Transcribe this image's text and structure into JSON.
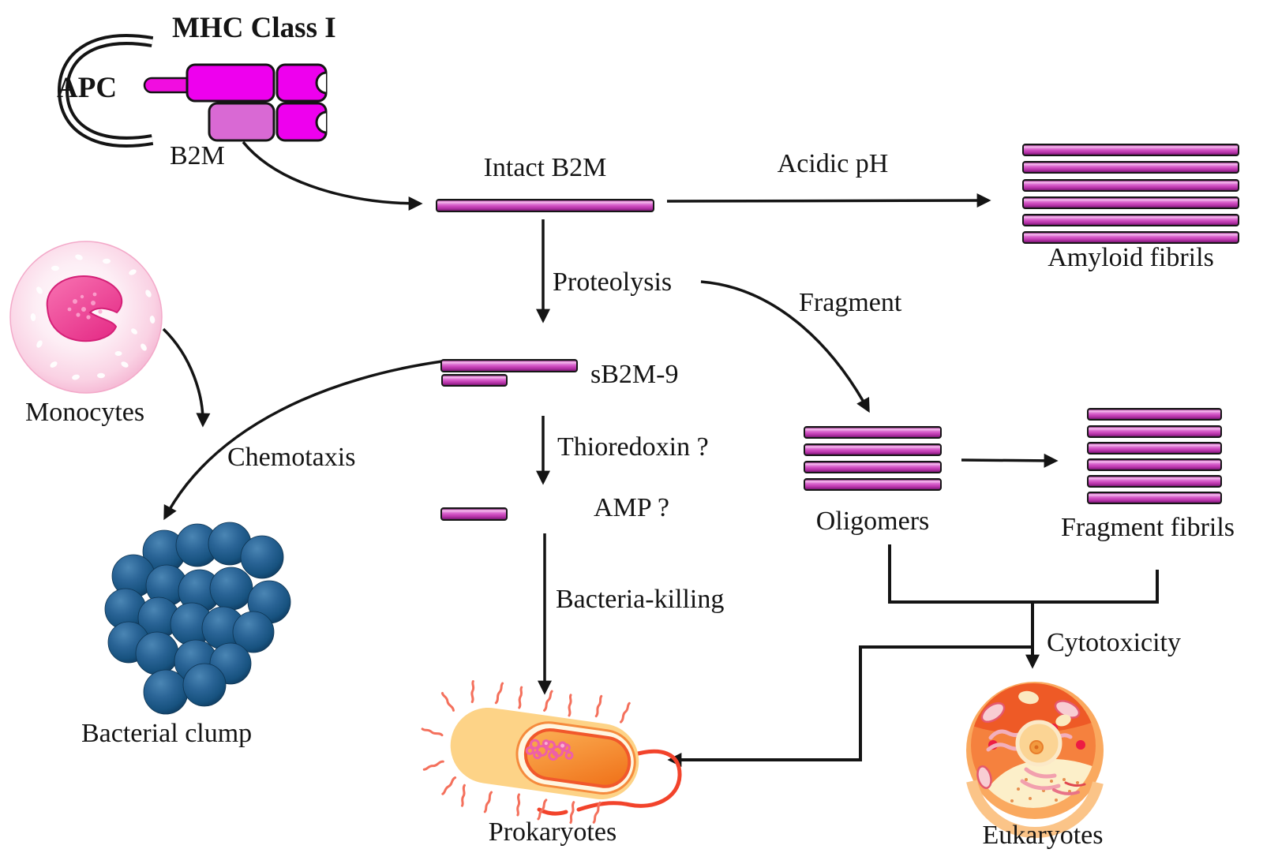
{
  "title": "B2M processing pathway diagram",
  "labels": {
    "mhc_class_i": "MHC Class I",
    "apc": "APC",
    "b2m": "B2M",
    "intact_b2m": "Intact B2M",
    "acidic_ph": "Acidic pH",
    "amyloid_fibrils": "Amyloid fibrils",
    "proteolysis": "Proteolysis",
    "fragment": "Fragment",
    "sb2m9": "sB2M-9",
    "thioredoxin": "Thioredoxin ?",
    "amp": "AMP ?",
    "bacteria_killing": "Bacteria-killing",
    "oligomers": "Oligomers",
    "fragment_fibrils": "Fragment fibrils",
    "chemotaxis": "Chemotaxis",
    "monocytes": "Monocytes",
    "bacterial_clump": "Bacterial clump",
    "cytotoxicity": "Cytotoxicity",
    "prokaryotes": "Prokaryotes",
    "eukaryotes": "Eukaryotes"
  },
  "stacks": {
    "amyloid_fibril_bars": 6,
    "oligomer_bars": 4,
    "fragment_fibril_bars": 6,
    "sb2m9_bars": 2,
    "amp_bars": 1
  },
  "colors": {
    "bar_magenta": "#cc49bd",
    "mhc_magenta": "#ee00ee",
    "b2m_orchid": "#d969d4",
    "monocyte_pink": "#fad2e4",
    "monocyte_nucleus": "#e52d87",
    "clump_blue": "#17527f",
    "bacteria_body_orange": "#fdd387",
    "bacteria_flagellum_red": "#f2432b",
    "eukaryote_orange": "#faa95f",
    "arrow_black": "#141414"
  }
}
